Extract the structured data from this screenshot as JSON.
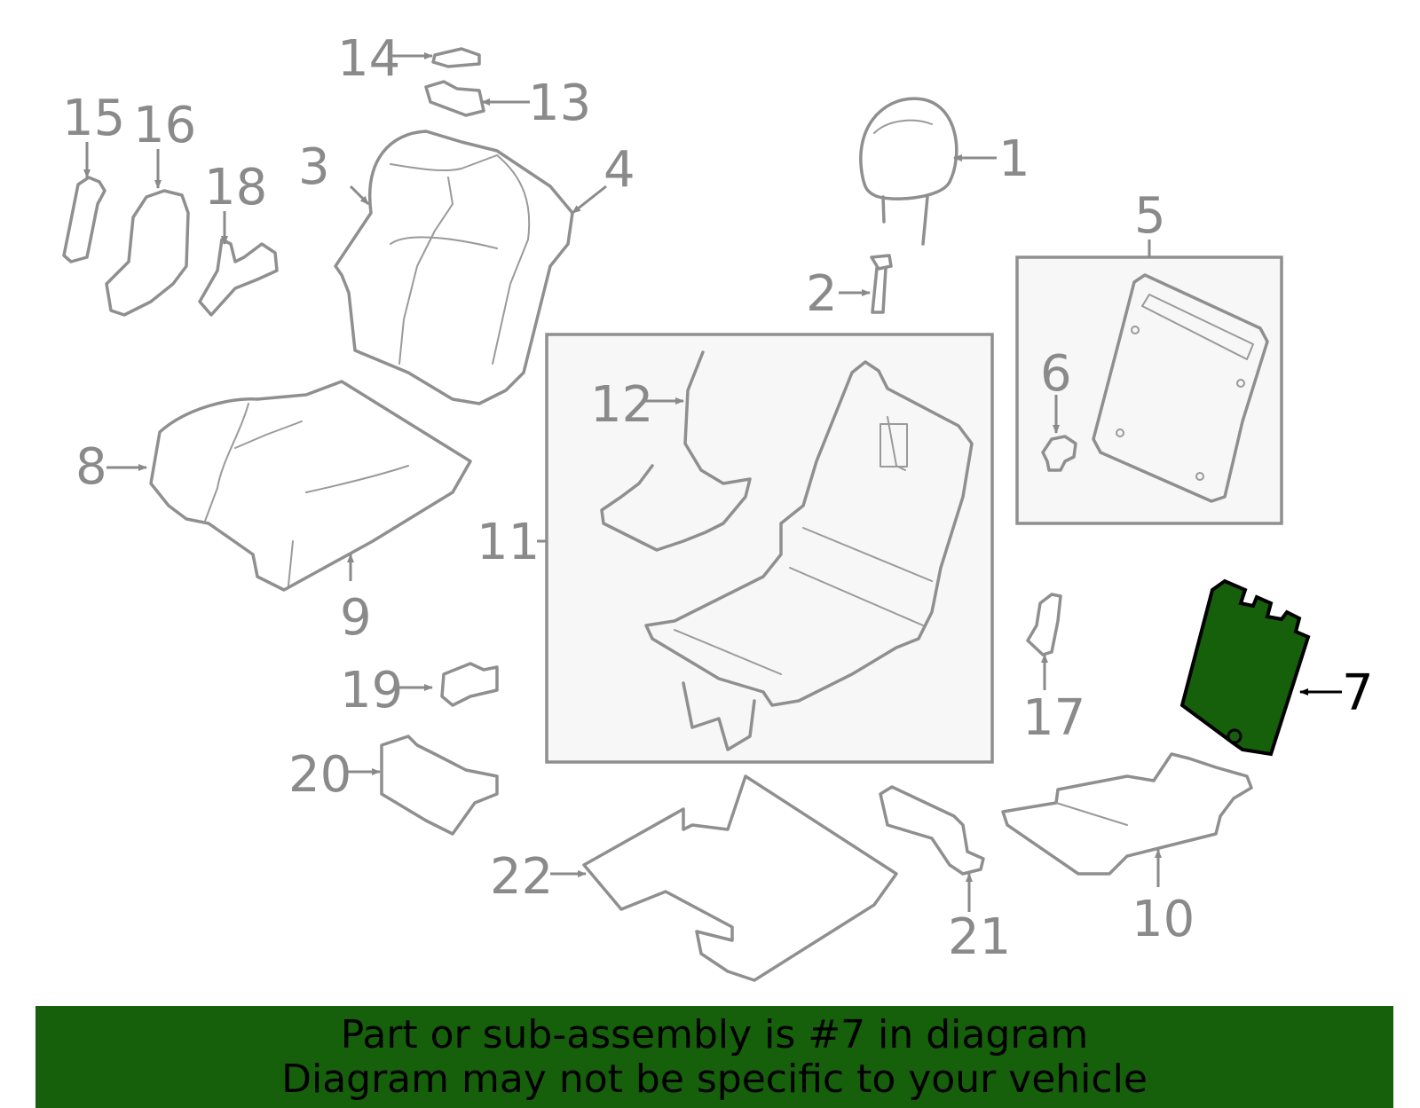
{
  "diagram": {
    "callouts": [
      "1",
      "2",
      "3",
      "4",
      "5",
      "6",
      "7",
      "8",
      "9",
      "10",
      "11",
      "12",
      "13",
      "14",
      "15",
      "16",
      "17",
      "18",
      "19",
      "20",
      "21",
      "22"
    ],
    "highlighted_part": "7",
    "highlight_color": "#165f0b"
  },
  "banner": {
    "line1": "Part or sub-assembly is #7 in diagram",
    "line2": "Diagram may not be specific to your vehicle",
    "background": "#165f0b"
  }
}
